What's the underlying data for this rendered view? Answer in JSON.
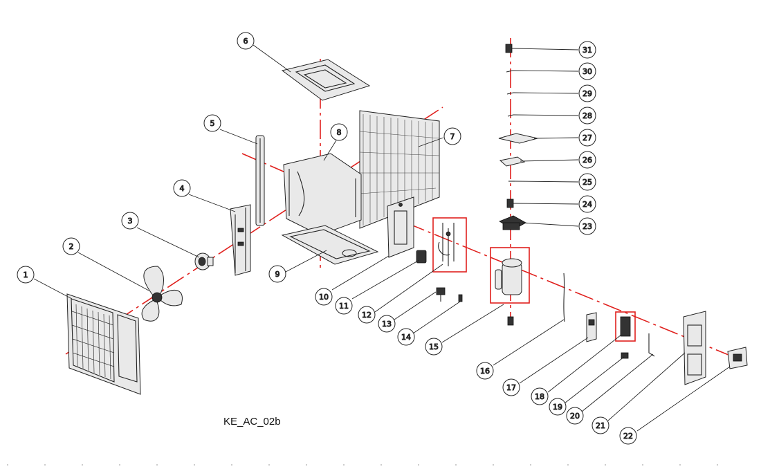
{
  "caption": "KE_AC_02b",
  "callouts": [
    "1",
    "2",
    "3",
    "4",
    "5",
    "6",
    "7",
    "8",
    "9",
    "10",
    "11",
    "12",
    "13",
    "14",
    "15",
    "16",
    "17",
    "18",
    "19",
    "20",
    "21",
    "22",
    "23",
    "24",
    "25",
    "26",
    "27",
    "28",
    "29",
    "30",
    "31"
  ],
  "colors": {
    "axis": "#e0201d",
    "line": "#222222",
    "background": "#ffffff"
  }
}
